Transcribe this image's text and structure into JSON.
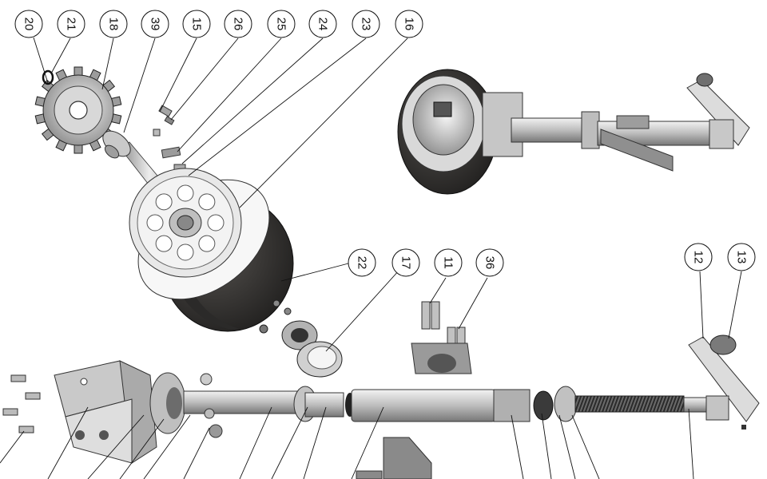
{
  "callouts": [
    {
      "label": "20",
      "rotate": 90
    },
    {
      "label": "21",
      "rotate": 90
    },
    {
      "label": "18",
      "rotate": 90
    },
    {
      "label": "39",
      "rotate": 90
    },
    {
      "label": "15",
      "rotate": 90
    },
    {
      "label": "26",
      "rotate": 90
    },
    {
      "label": "25",
      "rotate": 90
    },
    {
      "label": "24",
      "rotate": 90
    },
    {
      "label": "23",
      "rotate": 90
    },
    {
      "label": "16",
      "rotate": 90
    },
    {
      "label": "22",
      "rotate": 90
    },
    {
      "label": "17",
      "rotate": 90
    },
    {
      "label": "11",
      "rotate": 90
    },
    {
      "label": "36",
      "rotate": 90
    },
    {
      "label": "12",
      "rotate": 90
    },
    {
      "label": "13",
      "rotate": 90
    }
  ],
  "colors": {
    "background": "#ffffff",
    "steel": "#bfbfbf",
    "steel_light": "#e6e6e6",
    "steel_dark": "#7a7a7a",
    "tire": "#3a3836",
    "tire_dark": "#1f1e1d",
    "outline": "#111111"
  },
  "icons": [
    "wheel-gear-icon",
    "jack-handle-icon",
    "bracket-plate-icon",
    "screw-shaft-icon"
  ]
}
